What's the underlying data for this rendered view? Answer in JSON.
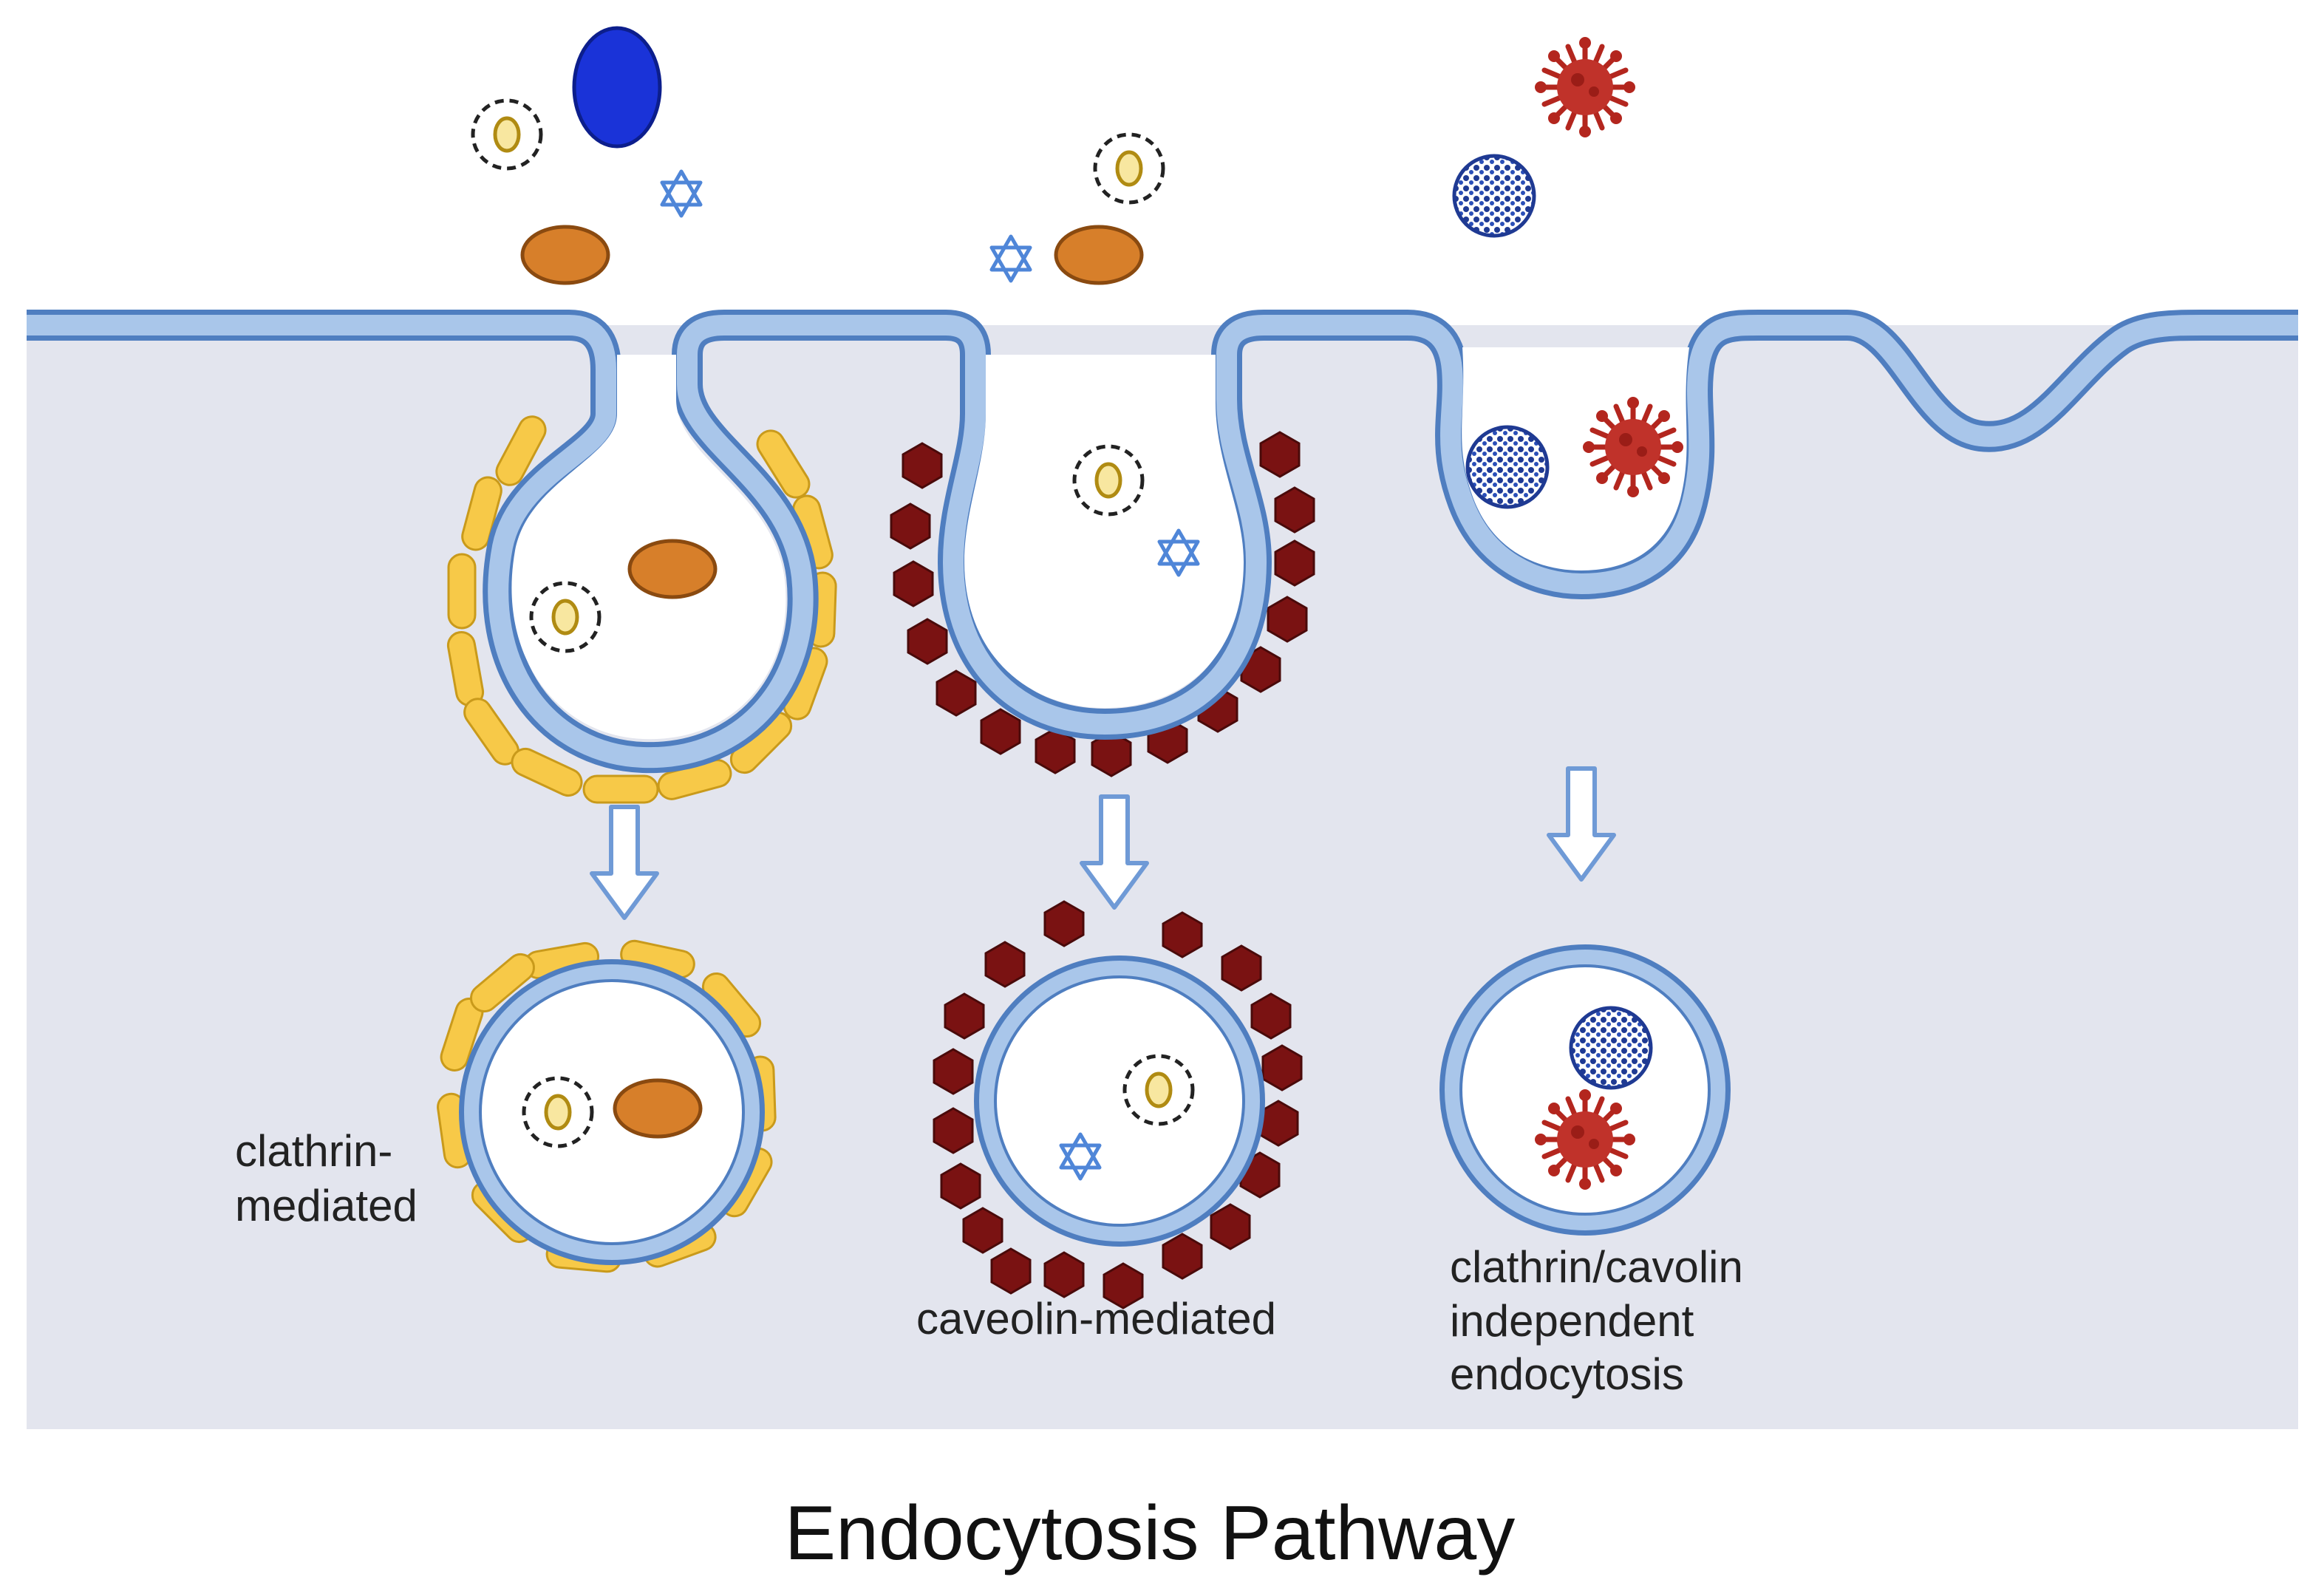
{
  "title": "Endocytosis Pathway",
  "pathways": [
    {
      "id": "clathrin",
      "label_lines": [
        "clathrin-",
        "mediated"
      ]
    },
    {
      "id": "caveolin",
      "label_lines": [
        "caveolin-mediated"
      ]
    },
    {
      "id": "independent",
      "label_lines": [
        "clathrin/cavolin",
        "independent",
        "endocytosis"
      ]
    }
  ],
  "colors": {
    "cytoplasm": "#e3e5ee",
    "membrane_fill": "#a9c6ea",
    "membrane_edge": "#4f7ec0",
    "clathrin_coat": "#f7c948",
    "caveolin_coat": "#7a1212",
    "cargo_ellipse": "#d77f2a",
    "large_particle": "#1a33d8",
    "virus": "#b3261e",
    "nanoparticle": "#1f3a93",
    "arrow_fill": "#ffffff",
    "arrow_edge": "#6f9ad6"
  },
  "icons": [
    "liposome-icon",
    "star-icon",
    "virus-icon",
    "nanoparticle-icon",
    "protein-ellipse-icon",
    "arrow-down-icon"
  ]
}
